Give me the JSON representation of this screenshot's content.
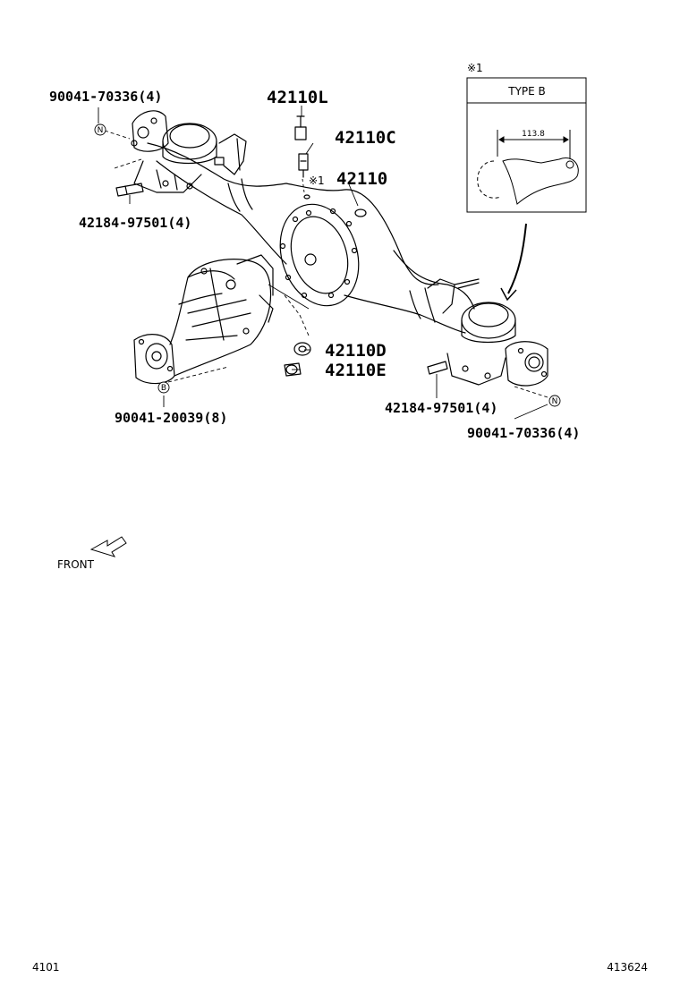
{
  "labels": {
    "bolt_left_top": "90041-70336(4)",
    "breather": "42110L",
    "breather_c": "42110C",
    "housing_mark": "※1",
    "housing": "42110",
    "stud_left": "42184-97501(4)",
    "plug_d": "42110D",
    "plug_e": "42110E",
    "bolt_diff": "90041-20039(8)",
    "stud_right": "42184-97501(4)",
    "bolt_right_bottom": "90041-70336(4)",
    "marker_n_left": "N",
    "marker_n_right": "N",
    "marker_b": "B"
  },
  "inset": {
    "mark": "※1",
    "title": "TYPE B",
    "dimension": "113.8"
  },
  "front_label": "FRONT",
  "footer": {
    "left": "4101",
    "right": "413624"
  }
}
